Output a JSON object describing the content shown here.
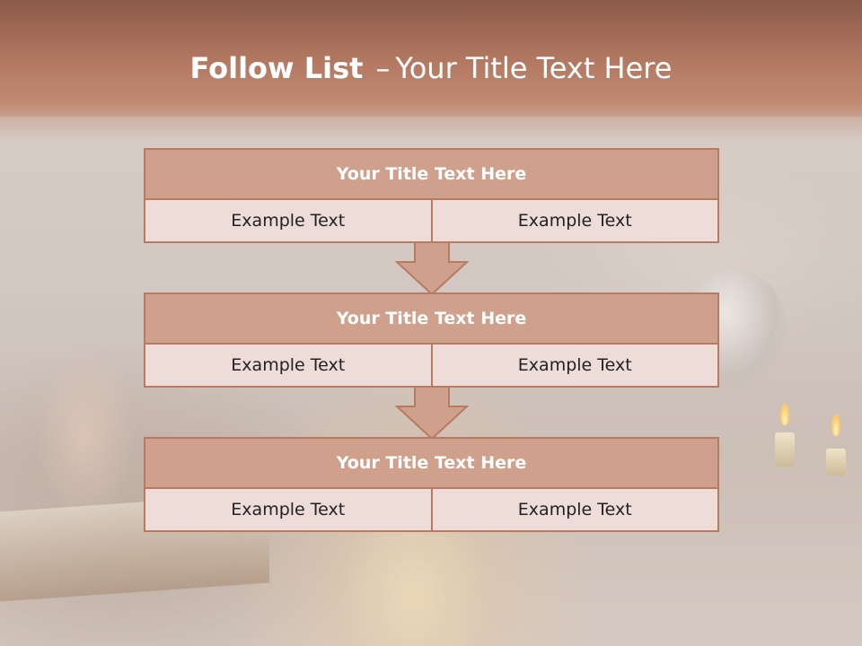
{
  "slide": {
    "title_bold": "Follow List",
    "title_dash": "–",
    "title_rest": "Your Title Text Here"
  },
  "blocks": [
    {
      "title": "Your Title Text Here",
      "left": "Example Text",
      "right": "Example Text"
    },
    {
      "title": "Your Title Text Here",
      "left": "Example Text",
      "right": "Example Text"
    },
    {
      "title": "Your Title Text Here",
      "left": "Example Text",
      "right": "Example Text"
    }
  ],
  "colors": {
    "header_fill": "#cfa08b",
    "cell_fill": "#eddcd7",
    "border": "#b97a62",
    "title_text": "#ffffff"
  }
}
